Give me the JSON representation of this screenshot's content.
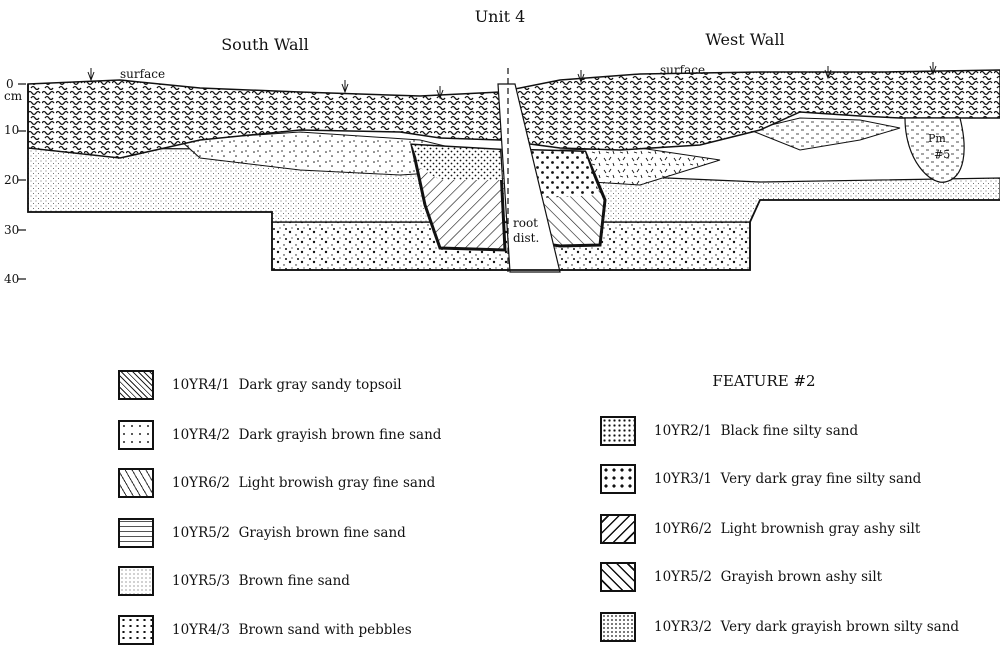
{
  "profile": {
    "unit_title": "Unit 4",
    "south_wall_label": "South Wall",
    "west_wall_label": "West Wall",
    "surface_label_left": "surface",
    "surface_label_right": "surface",
    "root_label_line1": "root",
    "root_label_line2": "dist.",
    "pm_label_line1": "Pm",
    "pm_label_line2": "#5",
    "depth_unit": "cm",
    "depth_ticks": [
      "0",
      "10",
      "20",
      "30",
      "40"
    ]
  },
  "legend_left": [
    {
      "code": "10YR4/1",
      "desc": "Dark gray sandy topsoil",
      "pattern": "wavy"
    },
    {
      "code": "10YR4/2",
      "desc": "Dark grayish brown fine sand",
      "pattern": "sparse-dots"
    },
    {
      "code": "10YR6/2",
      "desc": "Light browish gray fine sand",
      "pattern": "dashes"
    },
    {
      "code": "10YR5/2",
      "desc": "Grayish brown fine sand",
      "pattern": "short-dashes"
    },
    {
      "code": "10YR5/3",
      "desc": "Brown fine sand",
      "pattern": "fine-stipple"
    },
    {
      "code": "10YR4/3",
      "desc": "Brown sand with pebbles",
      "pattern": "pebbles"
    }
  ],
  "feature_title": "FEATURE #2",
  "legend_right": [
    {
      "code": "10YR2/1",
      "desc": "Black fine silty sand",
      "pattern": "dense-dots"
    },
    {
      "code": "10YR3/1",
      "desc": "Very dark gray fine silty sand",
      "pattern": "large-dots"
    },
    {
      "code": "10YR6/2",
      "desc": "Light brownish gray ashy silt",
      "pattern": "hatch-right"
    },
    {
      "code": "10YR5/2",
      "desc": "Grayish brown ashy silt",
      "pattern": "hatch-left"
    },
    {
      "code": "10YR3/2",
      "desc": "Very dark grayish brown silty sand",
      "pattern": "stipple-medium"
    }
  ]
}
